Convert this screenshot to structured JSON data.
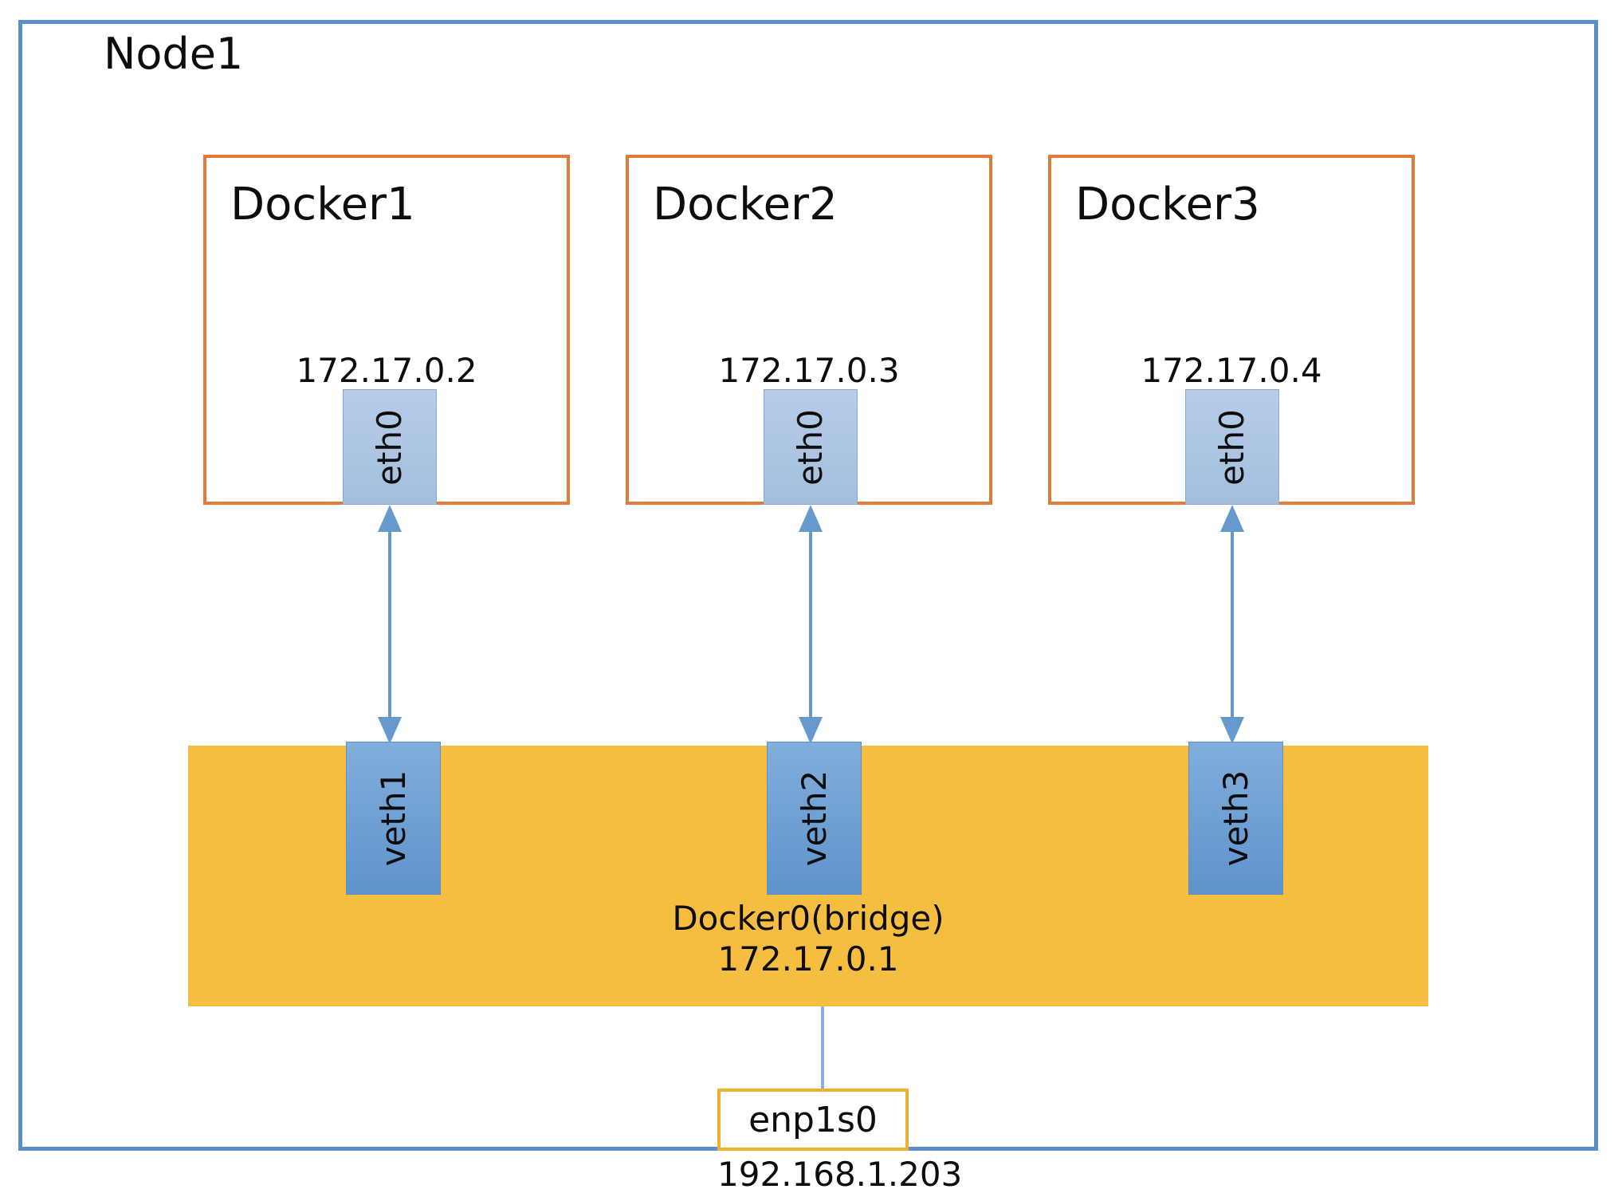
{
  "node": {
    "title": "Node1",
    "border_color": "#5B8FCB"
  },
  "containers": [
    {
      "name": "Docker1",
      "ip": "172.17.0.2",
      "interface": "eth0",
      "border_color": "#E07B39",
      "iface_color": "#A8C4E3"
    },
    {
      "name": "Docker2",
      "ip": "172.17.0.3",
      "interface": "eth0",
      "border_color": "#E07B39",
      "iface_color": "#A8C4E3"
    },
    {
      "name": "Docker3",
      "ip": "172.17.0.4",
      "interface": "eth0",
      "border_color": "#E07B39",
      "iface_color": "#A8C4E3"
    }
  ],
  "bridge": {
    "name": "Docker0(bridge)",
    "ip": "172.17.0.1",
    "fill_color": "#F5BE41",
    "veths": [
      {
        "name": "veth1",
        "color": "#6699CC"
      },
      {
        "name": "veth2",
        "color": "#6699CC"
      },
      {
        "name": "veth3",
        "color": "#6699CC"
      }
    ]
  },
  "host_nic": {
    "name": "enp1s0",
    "ip": "192.168.1.203",
    "border_color": "#EDB230"
  },
  "links": {
    "arrow_color": "#6699CC",
    "connector_color": "#8FAFD9"
  }
}
